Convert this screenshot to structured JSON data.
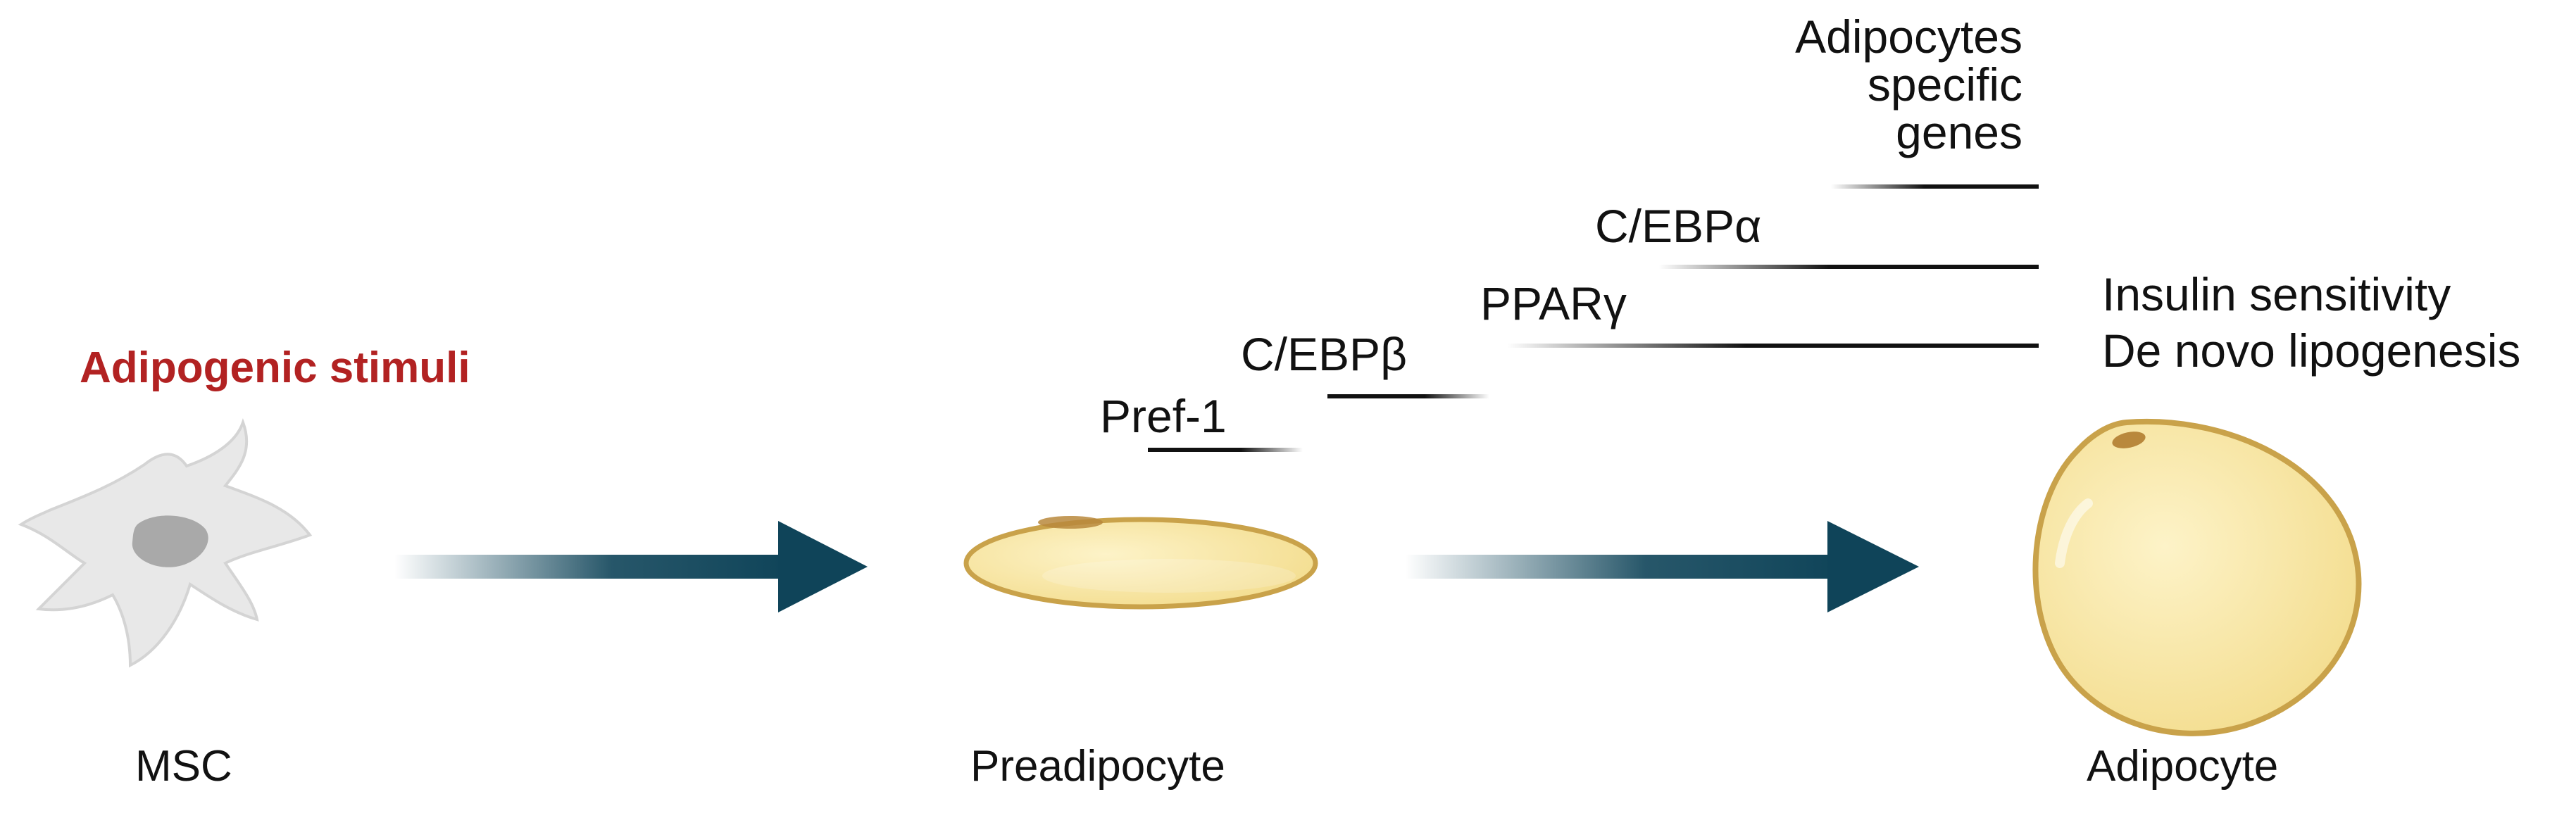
{
  "stimulus": {
    "label": "Adipogenic stimuli",
    "color": "#b22222"
  },
  "cells": {
    "msc": {
      "label": "MSC",
      "fill": "#e8e8e8",
      "nucleus": "#a9a9a9"
    },
    "preadipocyte": {
      "label": "Preadipocyte",
      "fill": "#f8e7a8",
      "outline": "#c9a24a"
    },
    "adipocyte": {
      "label": "Adipocyte",
      "fill": "#f8e7a8",
      "outline": "#c9a24a"
    }
  },
  "arrow_color": "#0f4459",
  "markers": {
    "pref1": "Pref-1",
    "cebpb": "C/EBPβ",
    "ppar_gamma": "PPARγ",
    "cebpa": "C/EBPα",
    "adipocyte_genes": [
      "Adipocytes",
      "specific",
      "genes"
    ]
  },
  "outcomes": [
    "Insulin sensitivity",
    "De novo lipogenesis"
  ]
}
